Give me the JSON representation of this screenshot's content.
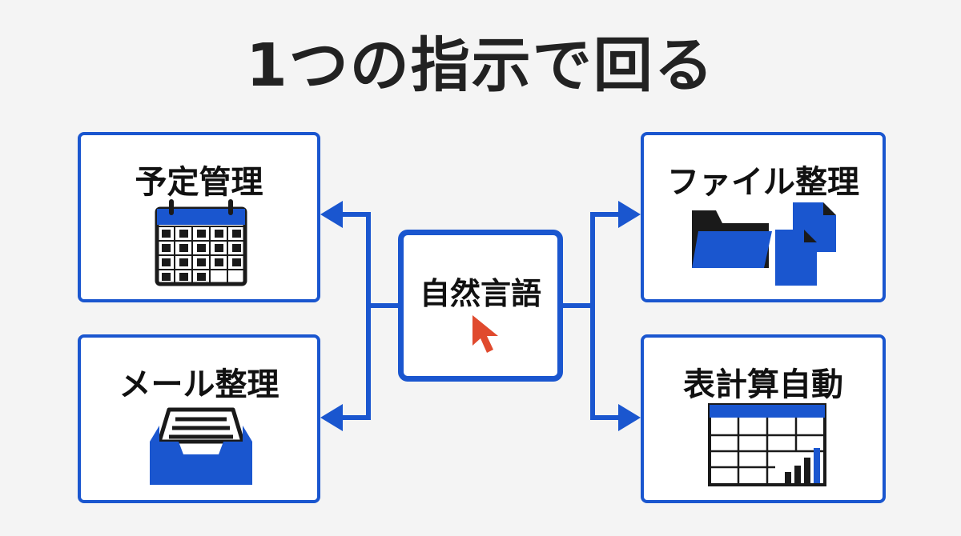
{
  "title": "1つの指示で回る",
  "center": {
    "label": "自然言語",
    "icon": "cursor-icon"
  },
  "boxes": {
    "schedule": {
      "label": "予定管理",
      "icon": "calendar-icon"
    },
    "mail": {
      "label": "メール整理",
      "icon": "inbox-tray-icon"
    },
    "files": {
      "label": "ファイル整理",
      "icon": "folder-files-icon"
    },
    "spreadsheet": {
      "label": "表計算自動",
      "icon": "spreadsheet-chart-icon"
    }
  },
  "colors": {
    "accent": "#1a56cf",
    "cursor": "#e04a2e",
    "text": "#111111",
    "background": "#f4f4f4"
  }
}
